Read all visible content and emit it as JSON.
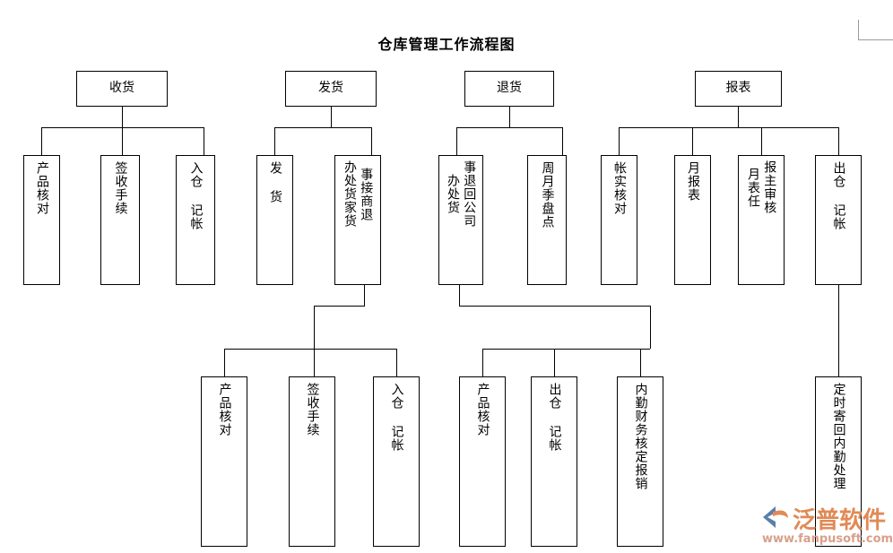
{
  "title": "仓库管理工作流程图",
  "corner_mark": {
    "name": "page-corner-mark"
  },
  "nodes": {
    "receiving": "收货",
    "receiving_c1": "产品核对",
    "receiving_c2": "签收手续",
    "receiving_c3": "入仓 记帐",
    "shipping": "发货",
    "shipping_c1": "发 货",
    "shipping_c2": "事接商退\n办处货家货",
    "shipping_c2_col_right": "事接商退",
    "shipping_c2_col_left": "办处货家货",
    "shipping_g1": "产品核对",
    "shipping_g2": "签收手续",
    "shipping_g3": "入仓 记帐",
    "returns": "退货",
    "returns_c1": "事退回公司\n办处货",
    "returns_c1_col_right": "事退回公司",
    "returns_c1_col_left": "办处货",
    "returns_c2": "周月季盘点",
    "returns_g1": "产品核对",
    "returns_g2": "出仓 记帐",
    "returns_g3": "内勤财务核定报销",
    "reports": "报表",
    "reports_c1": "帐实核对",
    "reports_c2": "月报表",
    "reports_c3": "报主审核\n月表任",
    "reports_c3_col_right": "报主审",
    "reports_c3_col_left": "月表任核",
    "reports_c4": "出仓 记帐",
    "reports_c4_child": "定时寄回内勤处理"
  },
  "watermark": {
    "brand": "泛普软件",
    "url": "www.fanpusoft.com",
    "brand_color": "#e08a56",
    "url_color": "#d8a08a",
    "logo_color": "#5a7fa8"
  },
  "chart_data": {
    "type": "diagram",
    "diagram_type": "organizational-flowchart",
    "title": "仓库管理工作流程图",
    "orientation": "top-down",
    "branches": [
      {
        "root": "收货",
        "children": [
          {
            "label": "产品核对",
            "children": []
          },
          {
            "label": "签收手续",
            "children": []
          },
          {
            "label": "入仓 记帐",
            "children": []
          }
        ]
      },
      {
        "root": "发货",
        "children": [
          {
            "label": "发 货",
            "children": []
          },
          {
            "label": "接商家退货事处办",
            "children": [
              {
                "label": "产品核对"
              },
              {
                "label": "签收手续"
              },
              {
                "label": "入仓 记帐"
              }
            ]
          }
        ]
      },
      {
        "root": "退货",
        "children": [
          {
            "label": "退回公司事处办货",
            "children": [
              {
                "label": "产品核对"
              },
              {
                "label": "出仓 记帐"
              },
              {
                "label": "内勤财务核定报销"
              }
            ]
          },
          {
            "label": "周月季盘点",
            "children": []
          }
        ]
      },
      {
        "root": "报表",
        "children": [
          {
            "label": "帐实核对",
            "children": []
          },
          {
            "label": "月报表",
            "children": []
          },
          {
            "label": "报表主任审核",
            "children": []
          },
          {
            "label": "出仓 记帐",
            "children": [
              {
                "label": "定时寄回内勤处理"
              }
            ]
          }
        ]
      }
    ]
  }
}
